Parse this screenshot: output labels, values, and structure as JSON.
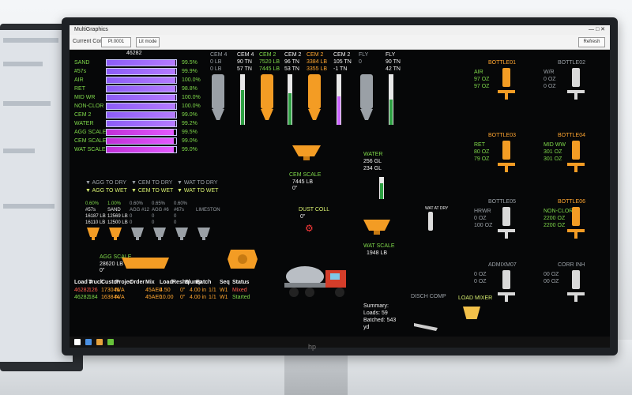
{
  "window": {
    "title": "MultiGraphics",
    "refresh": "Refresh",
    "field1": "Current Controls",
    "field2": "Pl.0001",
    "field3": "Lit mode"
  },
  "materials": {
    "header": "46282",
    "rows": [
      {
        "name": "SAND",
        "pct": "99.5%"
      },
      {
        "name": "#57s",
        "pct": "99.9%"
      },
      {
        "name": "AIR",
        "pct": "100.0%"
      },
      {
        "name": "RET",
        "pct": "98.8%"
      },
      {
        "name": "MID WR",
        "pct": "100.0%"
      },
      {
        "name": "NON-CLOR",
        "pct": "100.0%"
      },
      {
        "name": "CEM 2",
        "pct": "99.0%"
      },
      {
        "name": "WATER",
        "pct": "99.2%"
      },
      {
        "name": "AGG SCALE",
        "pct": "99.5%"
      },
      {
        "name": "CEM SCALE",
        "pct": "99.0%"
      },
      {
        "name": "WAT SCALE",
        "pct": "99.0%"
      }
    ]
  },
  "silos": [
    {
      "name": "CEM 4",
      "v1": "0 LB",
      "v2": "0 LB",
      "color": "#9aa0a6"
    },
    {
      "name": "CEM 4",
      "v1": "90 TN",
      "v2": "57 TN",
      "color": "#f2f2f2"
    },
    {
      "name": "CEM 2",
      "v1": "7520 LB",
      "v2": "7445 LB",
      "color": "#7fd94a"
    },
    {
      "name": "CEM 2",
      "v1": "96 TN",
      "v2": "53 TN",
      "color": "#f2f2f2"
    },
    {
      "name": "CEM 2",
      "v1": "3384 LB",
      "v2": "3355 LB",
      "color": "#ffa630"
    },
    {
      "name": "CEM 2",
      "v1": "105 TN",
      "v2": "-1 TN",
      "color": "#f2f2f2"
    },
    {
      "name": "FLY",
      "v1": "0",
      "v2": "",
      "color": "#9aa0a6"
    },
    {
      "name": "FLY",
      "v1": "90 TN",
      "v2": "42 TN",
      "color": "#f2f2f2"
    }
  ],
  "bottles": [
    {
      "id": "BOTTLE01",
      "label": "AIR",
      "v1": "97 OZ",
      "v2": "97 OZ"
    },
    {
      "id": "BOTTLE02",
      "label": "W/R",
      "v1": "0 OZ",
      "v2": "0 OZ"
    },
    {
      "id": "BOTTLE03",
      "label": "RET",
      "v1": "80 OZ",
      "v2": "79 OZ"
    },
    {
      "id": "BOTTLE04",
      "label": "MID WW",
      "v1": "301 OZ",
      "v2": "301 OZ"
    },
    {
      "id": "BOTTLE05",
      "label": "HRWR",
      "v1": "0 OZ",
      "v2": "100 OZ"
    },
    {
      "id": "BOTTLE06",
      "label": "NON-CLOR",
      "v1": "2200 OZ",
      "v2": "2200 OZ"
    },
    {
      "id": "ADMIXM07",
      "label": "",
      "v1": "0 OZ",
      "v2": "0 OZ"
    },
    {
      "id": "CORR INH",
      "label": "",
      "v1": "00 OZ",
      "v2": "00 OZ"
    }
  ],
  "scales": {
    "cem": {
      "name": "CEM SCALE",
      "v1": "7445 LB",
      "v2": "0\""
    },
    "water": {
      "name": "WATER",
      "v1": "256 GL",
      "v2": "234 GL"
    },
    "wat_scale": {
      "name": "WAT SCALE",
      "v1": "1948 LB"
    },
    "dust": {
      "name": "DUST COLL",
      "v1": "0\""
    },
    "wat_at_dry": {
      "name": "WAT AT DRY"
    }
  },
  "dry_wet": [
    {
      "a": "AGG TO DRY",
      "b": "AGG TO WET"
    },
    {
      "a": "CEM TO DRY",
      "b": "CEM TO WET"
    },
    {
      "a": "WAT TO DRY",
      "b": "WAT TO WET"
    }
  ],
  "agg": {
    "cols": [
      {
        "pct": "0.60%",
        "name": "#57s",
        "v1": "16187 LB",
        "v2": "16110 LB"
      },
      {
        "pct": "1.00%",
        "name": "SAND",
        "v1": "12569 LB",
        "v2": "12500 LB"
      },
      {
        "pct": "0.60%",
        "name": "AGG #12",
        "v1": "0",
        "v2": "0"
      },
      {
        "pct": "0.65%",
        "name": "AGG #6",
        "v1": "0",
        "v2": "0"
      },
      {
        "pct": "0.60%",
        "name": "#67s",
        "v1": "0",
        "v2": "0"
      },
      {
        "pct": "",
        "name": "LIMESTON",
        "v1": "",
        "v2": ""
      }
    ],
    "scale": {
      "name": "AGG SCALE",
      "v1": "28620 LB",
      "v2": "0\""
    }
  },
  "table": {
    "headers": [
      "Load #",
      "Truck",
      "Custor",
      "Projec",
      "Order",
      "Mix",
      "Load",
      "Reshq",
      "Slump",
      "Batch",
      "Seq",
      "Status"
    ],
    "rows": [
      {
        "cells": [
          "46282",
          "126",
          "173046",
          "N/A",
          "",
          "45AE0",
          "4.50",
          "",
          "0\"",
          "4.00 in",
          "1/1",
          "W1",
          "Mixed"
        ],
        "color": "#ff5a4a"
      },
      {
        "cells": [
          "46282",
          "184",
          "163844",
          "N/A",
          "",
          "45AE0",
          "10.00",
          "",
          "0\"",
          "4.00 in",
          "1/1",
          "W1",
          "Started"
        ],
        "color": "#7fd94a"
      }
    ]
  },
  "summary": {
    "title": "Summary:",
    "loads": "Loads: 59",
    "batched": "Batched: 543",
    "unit": "yd"
  },
  "misc": {
    "disch": "DISCH COMP",
    "load_mixer": "LOAD MIXER"
  }
}
